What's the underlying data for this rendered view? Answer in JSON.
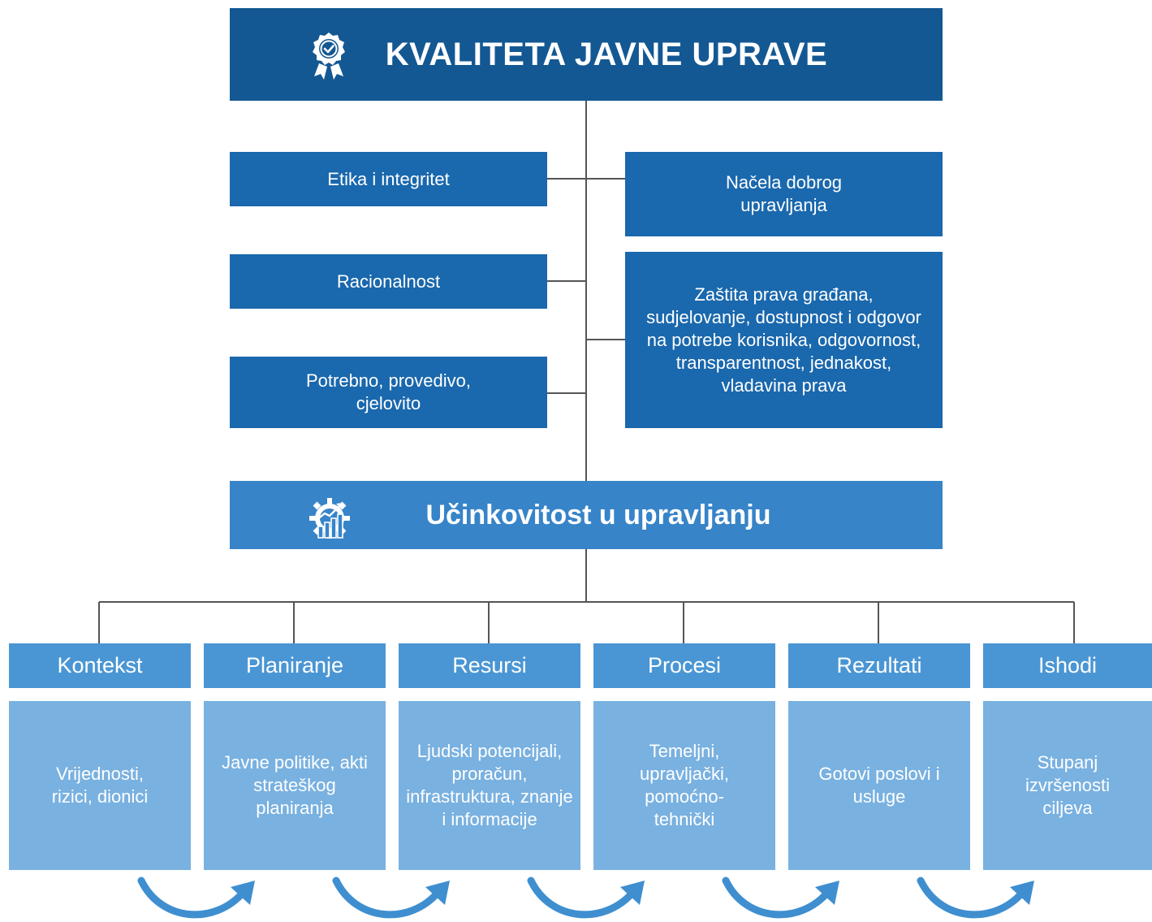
{
  "top": {
    "title": "KVALITETA JAVNE UPRAVE",
    "icon": "award-badge-icon"
  },
  "left_items": [
    {
      "label": "Etika i integritet"
    },
    {
      "label": "Racionalnost"
    },
    {
      "label": "Potrebno, provedivo, cjelovito"
    }
  ],
  "right_items": [
    {
      "label": "Načela dobrog upravljanja"
    },
    {
      "label": "Zaštita prava građana, sudjelovanje, dostupnost i odgovor na potrebe korisnika, odgovornost, transparentnost, jednakost, vladavina prava"
    }
  ],
  "performance": {
    "title": "Učinkovitost u upravljanju",
    "icon": "gear-chart-icon"
  },
  "columns": [
    {
      "head": "Kontekst",
      "body": "Vrijednosti, rizici, dionici"
    },
    {
      "head": "Planiranje",
      "body": "Javne politike, akti strateškog planiranja"
    },
    {
      "head": "Resursi",
      "body": "Ljudski potencijali, proračun, infrastruktura, znanje i informacije"
    },
    {
      "head": "Procesi",
      "body": "Temeljni, upravljački, pomoćno-tehnički"
    },
    {
      "head": "Rezultati",
      "body": "Gotovi poslovi i usluge"
    },
    {
      "head": "Ishodi",
      "body": "Stupanj izvršenosti ciljeva"
    }
  ],
  "colors": {
    "top": "#135893",
    "mid": "#1a68ad",
    "performance": "#3784c8",
    "column_head": "#4a96d4",
    "column_body": "#79b1e0",
    "arrow": "#3f8fd0",
    "line": "#555555"
  }
}
